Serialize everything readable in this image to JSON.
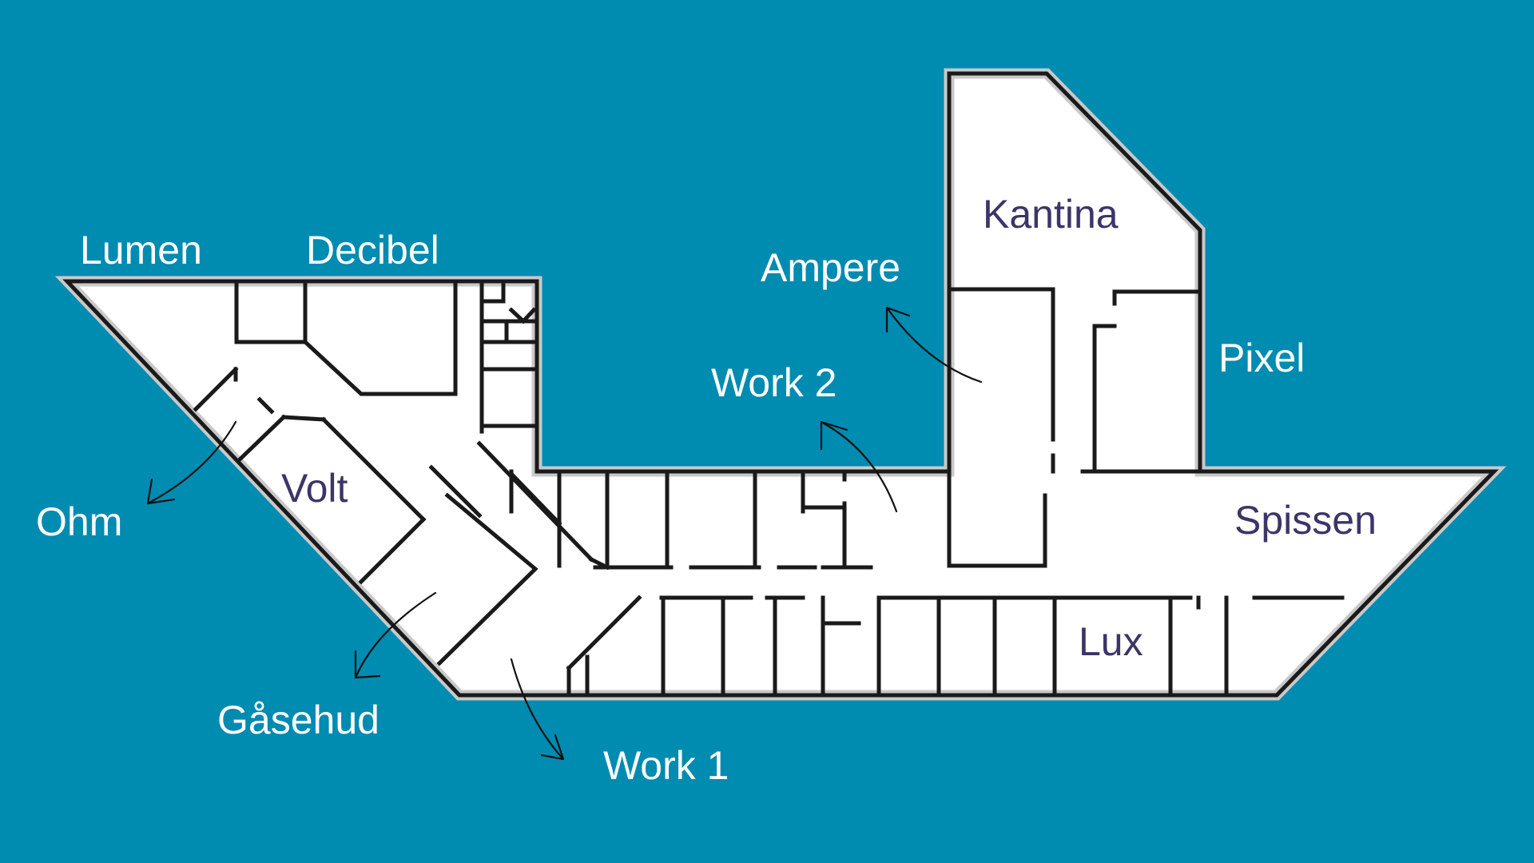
{
  "map": {
    "background_color": "#008bb1",
    "floor_color": "#ffffff",
    "wall_color": "#1a1a1a",
    "inside_label_color": "#3b3568",
    "outside_label_color": "#ffffff",
    "labels": {
      "lumen": "Lumen",
      "decibel": "Decibel",
      "ampere": "Ampere",
      "kantina": "Kantina",
      "pixel": "Pixel",
      "work2": "Work 2",
      "ohm": "Ohm",
      "volt": "Volt",
      "spissen": "Spissen",
      "lux": "Lux",
      "gasehud": "Gåsehud",
      "work1": "Work 1"
    }
  }
}
